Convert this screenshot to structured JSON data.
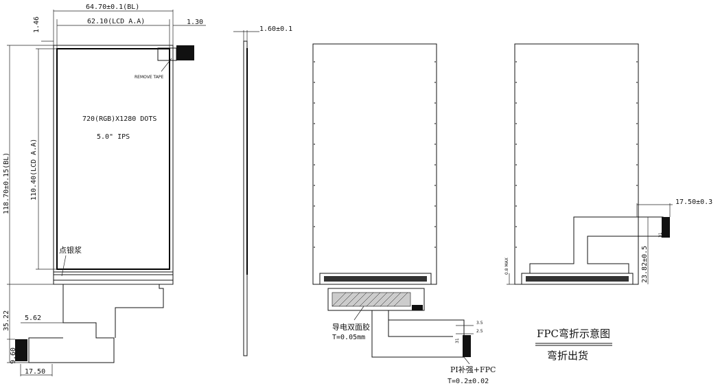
{
  "front_view": {
    "dim_width_bl": "64.70±0.1(BL)",
    "dim_width_lcd": "62.10(LCD A.A)",
    "dim_right_offset": "1.30",
    "dim_top_offset": "1.46",
    "dim_height_bl": "118.70±0.15(BL)",
    "dim_height_lcd": "110.40(LCD A.A)",
    "resolution": "720(RGB)X1280 DOTS",
    "size_type": "5.0\"   IPS",
    "remove_tape": "REMOVE TAPE",
    "silver_paste": "点银浆",
    "dim_fpc_offset": "5.62",
    "dim_fpc_height": "35.22",
    "dim_connector": "9.60",
    "dim_bottom_width": "17.50"
  },
  "side_view": {
    "dim_thickness": "1.60±0.1"
  },
  "back_view": {
    "tape_label": "导电双面胶",
    "tape_thickness": "T=0.05mm",
    "pi_label": "PI补强+FPC",
    "pi_thickness": "T=0.2±0.02",
    "dim_a": "3.5",
    "dim_b": "2.5",
    "pin_label": "31"
  },
  "bent_view": {
    "dim_width": "17.50±0.3",
    "dim_height": "23.82±0.5",
    "dim_max": "0.8 MAX",
    "pin_label": "31",
    "title": "FPC弯折示意图",
    "subtitle": "弯折出货"
  }
}
